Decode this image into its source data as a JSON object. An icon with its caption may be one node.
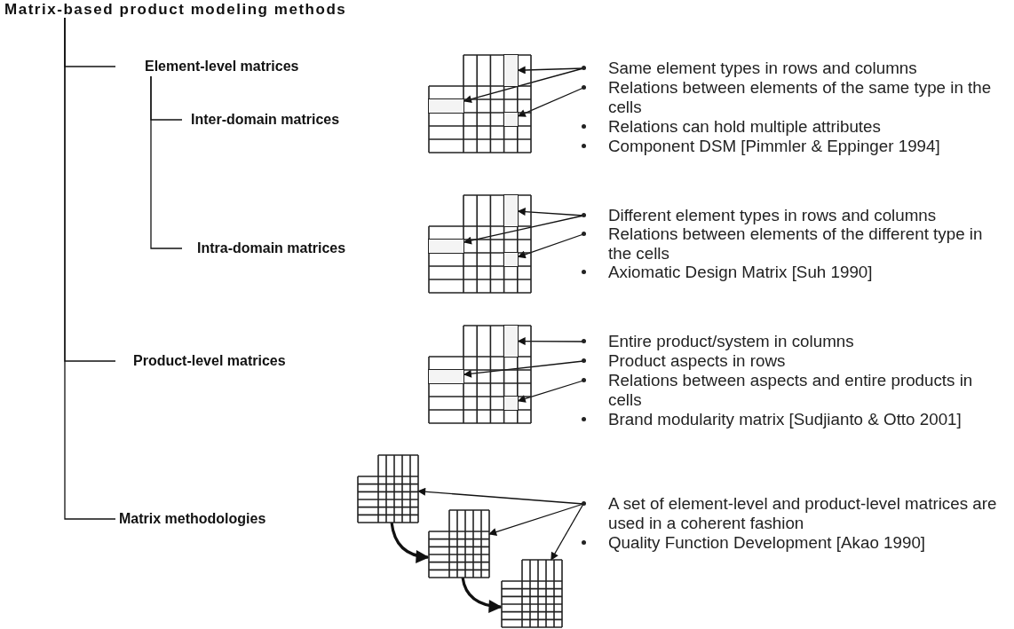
{
  "diagram": {
    "nodes": [
      {
        "text": [
          "Matrix-based product modeling methods"
        ]
      },
      {
        "text": [
          "Element-level matrices"
        ]
      },
      {
        "text": [
          "Inter-domain matrices"
        ]
      },
      {
        "text": [
          "Intra-domain matrices"
        ]
      },
      {
        "text": [
          "Product-level matrices"
        ]
      },
      {
        "text": [
          "Matrix methodologies"
        ]
      },
      {
        "text": [],
        "shape": "picture"
      },
      {
        "text": [],
        "shape": "box",
        "in": 6
      },
      {
        "text": [],
        "shape": "box",
        "in": 6
      },
      {
        "text": [],
        "shape": "box",
        "in": 6
      },
      {
        "text": [],
        "shape": "picture"
      },
      {
        "text": [],
        "shape": "box",
        "in": 10
      },
      {
        "text": [],
        "shape": "box",
        "in": 10
      },
      {
        "text": [],
        "shape": "box",
        "in": 10
      },
      {
        "text": [],
        "shape": "picture"
      },
      {
        "text": [],
        "shape": "box",
        "in": 14
      },
      {
        "text": [],
        "shape": "box",
        "in": 14
      },
      {
        "text": [],
        "shape": "box",
        "in": 14
      },
      {
        "text": [],
        "shape": "picture"
      },
      {
        "text": [],
        "shape": "picture"
      },
      {
        "text": [],
        "shape": "picture"
      },
      {
        "text": [
          "Same element types in rows and columns"
        ]
      },
      {
        "text": [
          "Relations between elements of the same type in the cells"
        ]
      },
      {
        "text": [
          "Relations can hold multiple attributes"
        ]
      },
      {
        "text": [
          "Component DSM [Pimmler & Eppinger 1994]"
        ]
      },
      {
        "text": [
          "Different element types in rows and columns"
        ]
      },
      {
        "text": [
          "Relations between elements of the different type in the cells"
        ]
      },
      {
        "text": [
          "Axiomatic Design Matrix [Suh 1990]"
        ]
      },
      {
        "text": [
          "Entire product/system in columns"
        ]
      },
      {
        "text": [
          "Product aspects in rows"
        ]
      },
      {
        "text": [
          "Relations between aspects and entire products in cells"
        ]
      },
      {
        "text": [
          "Brand modularity matrix [Sudjianto & Otto 2001]"
        ]
      },
      {
        "text": [
          "A set of element-level and product-level matrices are used in a coherent fashion"
        ]
      },
      {
        "text": [
          "Quality Function Development [Akao 1990]"
        ]
      }
    ],
    "edges": [
      {
        "from": 0,
        "to": 1,
        "arrow": "none"
      },
      {
        "from": 0,
        "to": 4,
        "arrow": "none"
      },
      {
        "from": 0,
        "to": 5,
        "arrow": "none"
      },
      {
        "from": 1,
        "to": 2,
        "arrow": "none"
      },
      {
        "from": 1,
        "to": 3,
        "arrow": "none"
      },
      {
        "from": 21,
        "to": 7,
        "arrow": "to"
      },
      {
        "from": 21,
        "to": 8,
        "arrow": "to"
      },
      {
        "from": 22,
        "to": 9,
        "arrow": "to"
      },
      {
        "from": 25,
        "to": 11,
        "arrow": "to"
      },
      {
        "from": 25,
        "to": 12,
        "arrow": "to"
      },
      {
        "from": 26,
        "to": 13,
        "arrow": "to"
      },
      {
        "from": 28,
        "to": 15,
        "arrow": "to"
      },
      {
        "from": 29,
        "to": 16,
        "arrow": "to"
      },
      {
        "from": 30,
        "to": 17,
        "arrow": "to"
      },
      {
        "from": 32,
        "to": 18,
        "arrow": "to"
      },
      {
        "from": 32,
        "to": 19,
        "arrow": "to"
      },
      {
        "from": 32,
        "to": 20,
        "arrow": "to"
      },
      {
        "from": 18,
        "to": 19,
        "arrow": "to",
        "style": "thick"
      },
      {
        "from": 19,
        "to": 20,
        "arrow": "to",
        "style": "thick"
      }
    ]
  }
}
